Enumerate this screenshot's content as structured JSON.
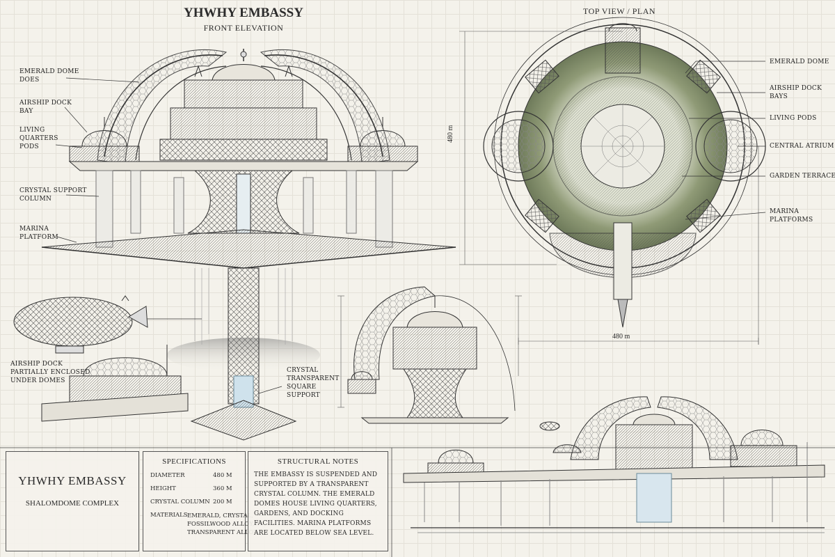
{
  "elevation": {
    "title": "YHWHY EMBASSY",
    "subtitle": "FRONT ELEVATION",
    "labels": {
      "emerald_dome": "EMERALD DOME\nDOES",
      "airship_dock_bay": "AIRSHIP DOCK\nBAY",
      "living_quarters": "LIVING\nQUARTERS\nPODS",
      "crystal_support_column": "CRYSTAL SUPPORT\nCOLUMN",
      "marina_platform": "MARINA\nPLATFORM",
      "airship_dock_enclosed": "AIRSHIP DOCK\nPARTIALLY ENCLOSED\nUNDER DOMES",
      "crystal_square_support": "CRYSTAL\nTRANSPARENT\nSQUARE\nSUPPORT"
    }
  },
  "plan": {
    "title": "TOP VIEW / PLAN",
    "dim_vertical": "480 m",
    "dim_horizontal": "480 m",
    "labels": {
      "emerald_dome": "EMERALD DOME",
      "airship_dock_bays": "AIRSHIP DOCK\nBAYS",
      "living_pods": "LIVING PODS",
      "central_atrium": "CENTRAL ATRIUM",
      "garden_terraces": "GARDEN TERRACES",
      "marina_platforms": "MARINA\nPLATFORMS"
    }
  },
  "title_block": {
    "name": "YHWHY  EMBASSY",
    "complex": "SHALOMDOME COMPLEX"
  },
  "specifications": {
    "heading": "SPECIFICATIONS",
    "rows": [
      {
        "label": "DIAMETER",
        "value": "480 m"
      },
      {
        "label": "HEIGHT",
        "value": "360 m"
      },
      {
        "label": "CRYSTAL COLUMN",
        "value": "200 m"
      },
      {
        "label": "MATERIALS",
        "value": "EMERALD, CRYSTAL,\nFOSSILWOOD ALLOY,\nTRANSPARENT ALLOY"
      }
    ]
  },
  "structural_notes": {
    "heading": "STRUCTURAL NOTES",
    "text": "THE EMBASSY IS SUSPENDED AND SUPPORTED BY A TRANSPARENT CRYSTAL COLUMN. THE EMERALD DOMES HOUSE LIVING QUARTERS, GARDENS, AND DOCKING FACILITIES. MARINA PLATFORMS ARE LOCATED BELOW SEA LEVEL."
  },
  "colors": {
    "paper": "#f4f2eb",
    "ink": "#2b2b2b",
    "emerald": "#7d8a66",
    "crystal": "#bcd3e0"
  }
}
